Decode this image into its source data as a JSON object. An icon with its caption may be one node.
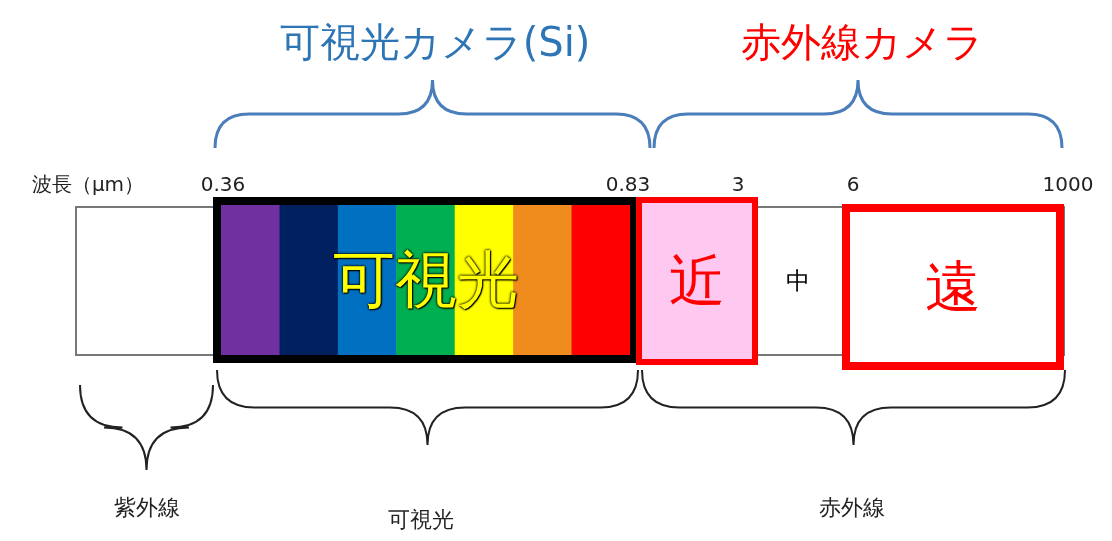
{
  "diagram": {
    "nodes": [
      {
        "text": [
          "可視光"
        ]
      },
      {
        "text": [
          "近"
        ]
      },
      {
        "text": [
          "中"
        ]
      },
      {
        "text": [
          "遠"
        ]
      }
    ],
    "labels": [
      "可視光カメラ(Si)",
      "赤外線カメラ",
      "波長（μm）",
      "0.36",
      "0.83",
      "3",
      "6",
      "1000",
      "紫外線",
      "可視光",
      "赤外線"
    ]
  }
}
